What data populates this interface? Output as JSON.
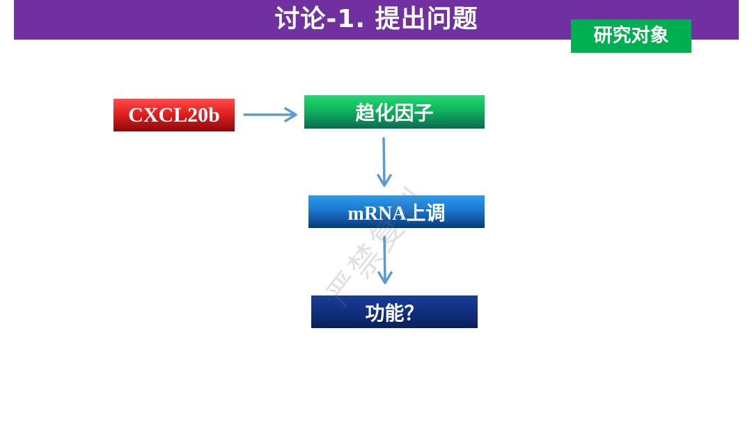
{
  "header": {
    "title": "讨论-1. 提出问题",
    "tag": "研究对象",
    "bar_color": "#7030a0",
    "tag_color": "#00b050"
  },
  "diagram": {
    "nodes": {
      "cxcl": "CXCL20b",
      "chemokine": "趋化因子",
      "mrna": "mRNA上调",
      "function": "功能？"
    },
    "arrow_color": "#5b9bd5"
  },
  "watermark": "严禁复制"
}
